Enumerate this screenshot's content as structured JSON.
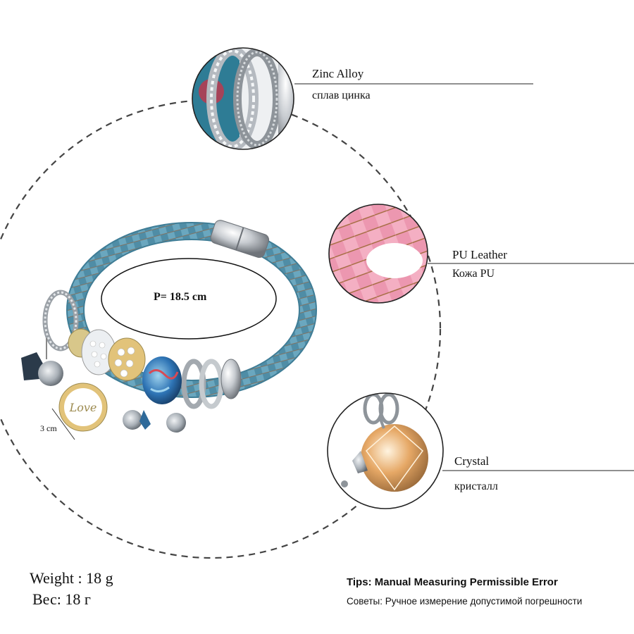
{
  "materials": [
    {
      "name_en": "Zinc Alloy",
      "name_ru": "сплав цинка",
      "swatch": "#c9ccd1"
    },
    {
      "name_en": "PU Leather",
      "name_ru": "Кожа PU",
      "swatch": "#f3a7bd"
    },
    {
      "name_en": "Crystal",
      "name_ru": "кристалл",
      "swatch": "#e2a86a"
    }
  ],
  "dimensions": {
    "perimeter": "P= 18.5 cm",
    "charm_size": "3 cm"
  },
  "weight": {
    "en": "Weight : 18 g",
    "ru": "Вес: 18 г"
  },
  "tips": {
    "en": "Tips: Manual Measuring Permissible Error",
    "ru": "Советы: Ручное измерение допустимой погрешности"
  },
  "colors": {
    "leather_blue": "#5d9bb3",
    "dashed_ring": "#444444"
  }
}
